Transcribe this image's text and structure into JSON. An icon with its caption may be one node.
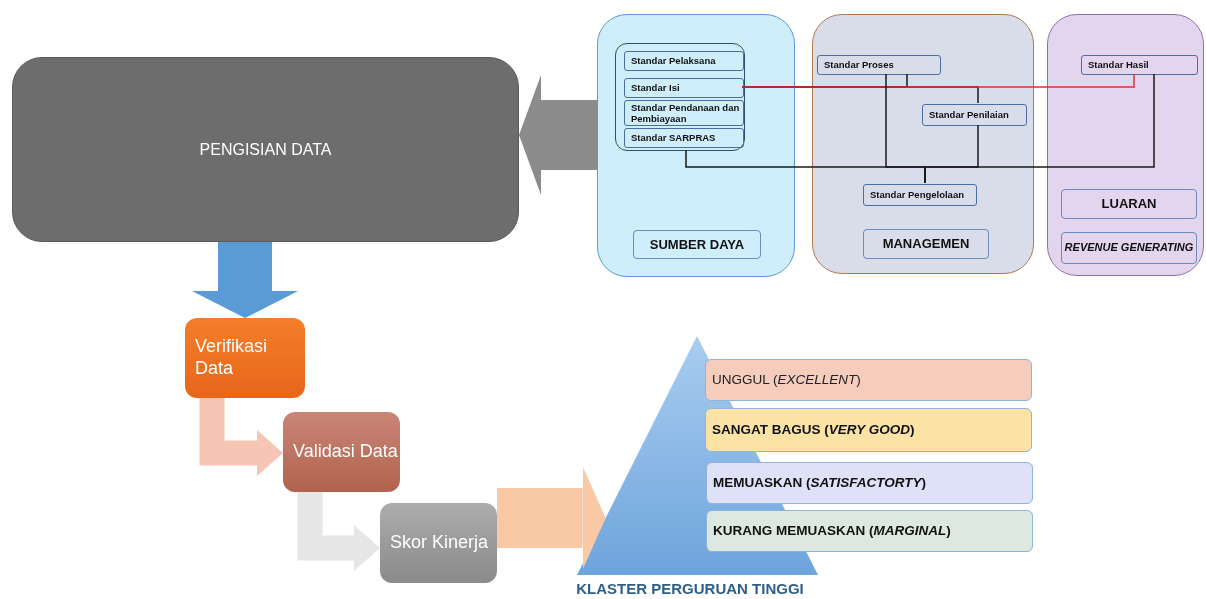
{
  "diagram": {
    "nodes": [
      {
        "text": [
          "PENGISIAN DATA"
        ]
      },
      {
        "text": [],
        "shape": "box"
      },
      {
        "text": [],
        "shape": "box",
        "in": 1
      },
      {
        "text": [
          "Standar Pelaksana"
        ],
        "in": 2
      },
      {
        "text": [
          "Standar Isi"
        ],
        "in": 2
      },
      {
        "text": [
          "Standar Pendanaan dan Pembiayaan"
        ],
        "in": 2
      },
      {
        "text": [
          "Standar SARPRAS"
        ],
        "in": 2
      },
      {
        "text": [
          "SUMBER DAYA"
        ],
        "in": 1
      },
      {
        "text": [],
        "shape": "box"
      },
      {
        "text": [
          "Standar Proses"
        ],
        "in": 8
      },
      {
        "text": [
          "Standar Penilaian"
        ],
        "in": 8
      },
      {
        "text": [
          "Standar Pengelolaan"
        ],
        "in": 8
      },
      {
        "text": [
          "MANAGEMEN"
        ],
        "in": 8
      },
      {
        "text": [],
        "shape": "box"
      },
      {
        "text": [
          "Standar Hasil"
        ],
        "in": 13
      },
      {
        "text": [
          "LUARAN"
        ],
        "in": 13
      },
      {
        "text": [
          "REVENUE GENERATING"
        ],
        "in": 13
      },
      {
        "text": [
          "Verifikasi Data"
        ]
      },
      {
        "text": [
          "Validasi Data"
        ]
      },
      {
        "text": [
          "Skor Kinerja"
        ]
      },
      {
        "text": [
          "KLASTER PERGURUAN TINGGI"
        ]
      },
      {
        "text": [
          "UNGGUL (*EXCELLENT*)"
        ]
      },
      {
        "text": [
          "SANGAT BAGUS (*VERY GOOD*)"
        ]
      },
      {
        "text": [
          "MEMUASKAN (*SATISFACTORTY*)"
        ]
      },
      {
        "text": [
          "KURANG MEMUASKAN (*MARGINAL*)"
        ]
      }
    ],
    "edges": [
      {
        "from": 1,
        "to": 0,
        "arrow": "to",
        "style": "thick",
        "color": "#8c8c8c"
      },
      {
        "from": 0,
        "to": 17,
        "arrow": "to",
        "style": "thick",
        "color": "#5b9bd5"
      },
      {
        "from": 17,
        "to": 18,
        "arrow": "to",
        "style": "thick",
        "color": "#f6c5b5"
      },
      {
        "from": 18,
        "to": 19,
        "arrow": "to",
        "style": "thick",
        "color": "#e6e6e6"
      },
      {
        "from": 19,
        "to": 20,
        "arrow": "to",
        "style": "thick",
        "color": "#f8c9a4"
      },
      {
        "from": 9,
        "to": 4,
        "arrow": "none"
      },
      {
        "from": 10,
        "to": 4,
        "arrow": "none"
      },
      {
        "from": 4,
        "to": 14,
        "arrow": "none",
        "color": "#e03030"
      },
      {
        "from": 2,
        "to": 11,
        "arrow": "none"
      },
      {
        "from": 9,
        "to": 11,
        "arrow": "none"
      },
      {
        "from": 10,
        "to": 11,
        "arrow": "none"
      },
      {
        "from": 14,
        "to": 11,
        "arrow": "none"
      }
    ]
  }
}
